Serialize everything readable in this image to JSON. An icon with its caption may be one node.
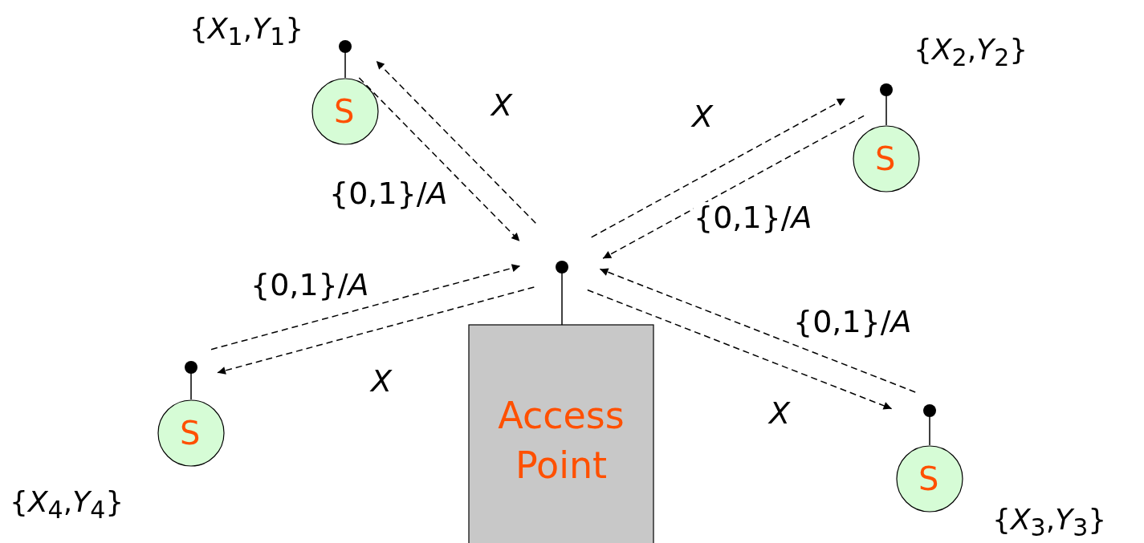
{
  "diagram": {
    "nodes": [
      {
        "text": [
          "S"
        ],
        "beside": [
          "{*X*$_{1}$,*Y*$_{1}$}"
        ]
      },
      {
        "text": [
          "S"
        ],
        "beside": [
          "{*X*$_{2}$,*Y*$_{2}$}"
        ]
      },
      {
        "text": [
          "Access Point"
        ]
      },
      {
        "text": [
          "S"
        ],
        "beside": [
          "{*X*$_{4}$,*Y*$_{4}$}"
        ]
      },
      {
        "text": [
          "S"
        ],
        "beside": [
          "{*X*$_{3}$,*Y*$_{3}$}"
        ]
      }
    ],
    "edges": [
      {
        "from": 2,
        "to": 0,
        "arrow": "to",
        "label": "X",
        "style": "dashed"
      },
      {
        "from": 0,
        "to": 2,
        "arrow": "to",
        "label": "{0,1}/*A*",
        "style": "dashed"
      },
      {
        "from": 2,
        "to": 1,
        "arrow": "to",
        "label": "X",
        "style": "dashed"
      },
      {
        "from": 1,
        "to": 2,
        "arrow": "to",
        "label": "{0,1}/*A*",
        "style": "dashed"
      },
      {
        "from": 2,
        "to": 3,
        "arrow": "to",
        "label": "X",
        "style": "dashed"
      },
      {
        "from": 3,
        "to": 2,
        "arrow": "to",
        "label": "{0,1}/*A*",
        "style": "dashed"
      },
      {
        "from": 4,
        "to": 2,
        "arrow": "to",
        "label": "{0,1}/*A*",
        "style": "dashed"
      },
      {
        "from": 2,
        "to": 4,
        "arrow": "to",
        "label": "X",
        "style": "dashed"
      }
    ]
  }
}
